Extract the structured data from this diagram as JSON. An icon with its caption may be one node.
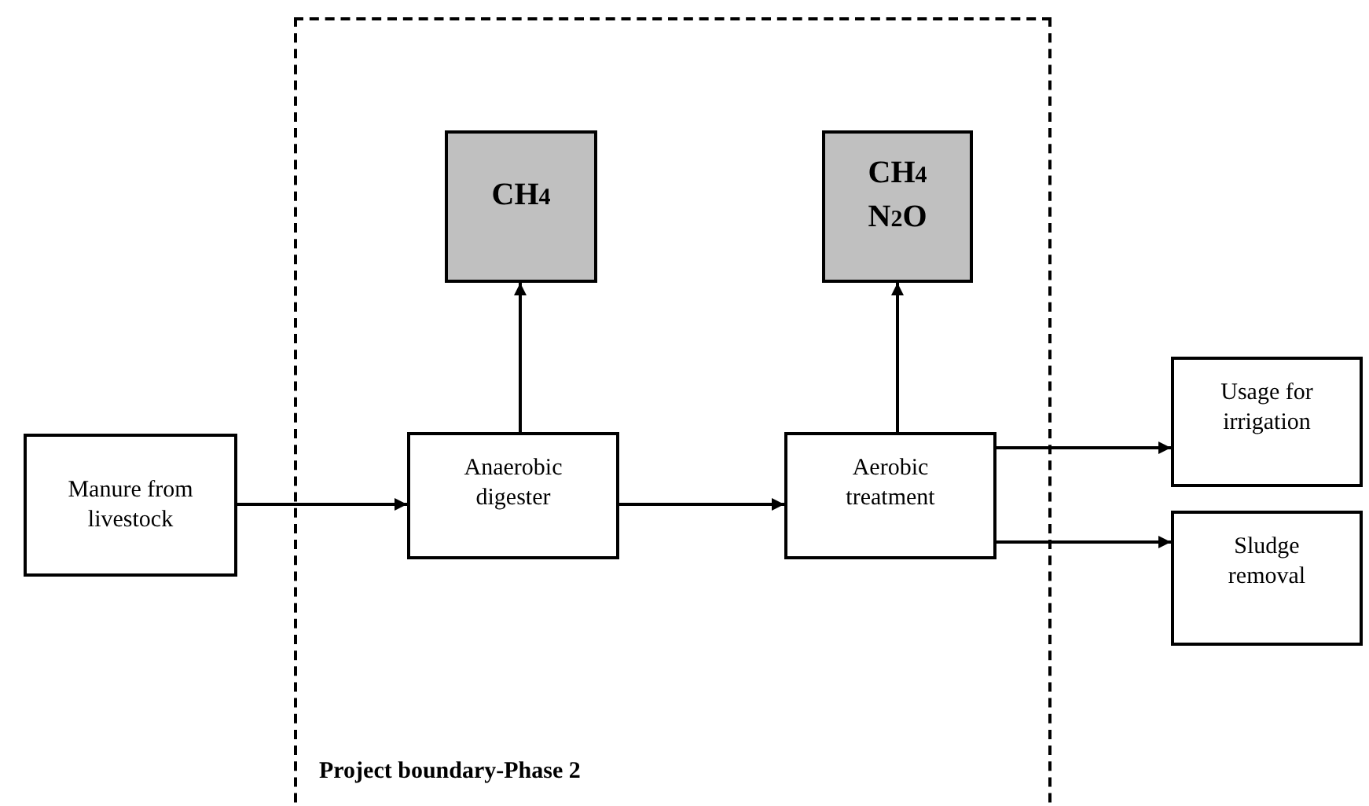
{
  "diagram": {
    "nodes": [
      {
        "text": [
          "Project boundary-Phase 2"
        ]
      },
      {
        "text": [
          "CH$_{4}$"
        ],
        "in": 0
      },
      {
        "text": [
          "CH$_{4}$ N$_{2}$O"
        ],
        "in": 0
      },
      {
        "text": [
          "Manure from livestock"
        ]
      },
      {
        "text": [
          "Anaerobic digester"
        ],
        "in": 0
      },
      {
        "text": [
          "Aerobic treatment"
        ],
        "in": 0
      },
      {
        "text": [
          "Usage for irrigation"
        ]
      },
      {
        "text": [
          "Sludge removal"
        ]
      }
    ],
    "edges": [
      {
        "from": 3,
        "to": 4,
        "arrow": "to"
      },
      {
        "from": 4,
        "to": 1,
        "arrow": "to"
      },
      {
        "from": 4,
        "to": 5,
        "arrow": "to"
      },
      {
        "from": 5,
        "to": 2,
        "arrow": "to"
      },
      {
        "from": 5,
        "to": 6,
        "arrow": "to"
      },
      {
        "from": 5,
        "to": 7,
        "arrow": "to"
      }
    ]
  }
}
